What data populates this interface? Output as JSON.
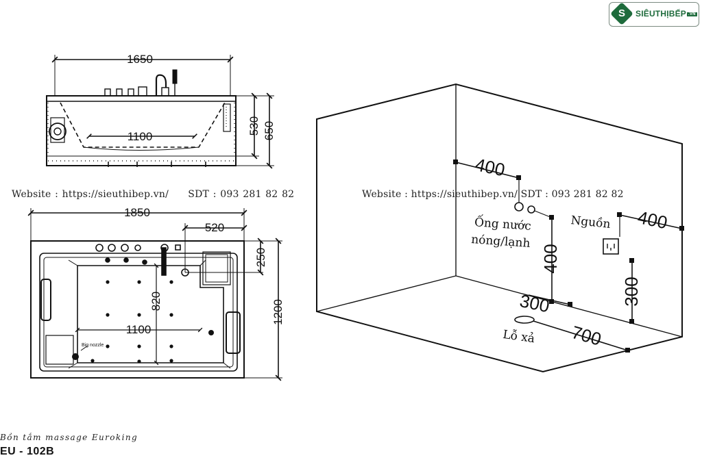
{
  "brand": {
    "name": "SIÊUTHỊBẾP",
    "tld": ".VN",
    "mark": "S"
  },
  "watermark": {
    "left": "Website : https://sieuthibep.vn/     SDT : 093 281 82 82",
    "right": "Website : https://sieuthibep.vn/ SDT : 093 281 82 82"
  },
  "front_view": {
    "width_label": "1650",
    "inner_label": "1100",
    "height_label": "530",
    "total_height_label": "650"
  },
  "top_view": {
    "width_label": "1850",
    "offset_label": "520",
    "inner_width_label": "1100",
    "inner_height_label": "820",
    "small_label": "250",
    "height_label": "1200",
    "nozzle_label": "Big nozzle"
  },
  "room": {
    "dim_top_left": "400",
    "dim_top_right": "400",
    "dim_vertical_left": "400",
    "dim_vertical_right": "300",
    "dim_floor_small": "300",
    "dim_floor_long": "700",
    "label_pipes_line1": "Ống nước",
    "label_pipes_line2": "nóng/lạnh",
    "label_power": "Nguồn",
    "label_drain": "Lỗ xả"
  },
  "product": {
    "name": "Bồn tắm massage Euroking",
    "code": "EU - 102B"
  },
  "colors": {
    "line": "#111111",
    "brand_green": "#1e6b3c"
  }
}
